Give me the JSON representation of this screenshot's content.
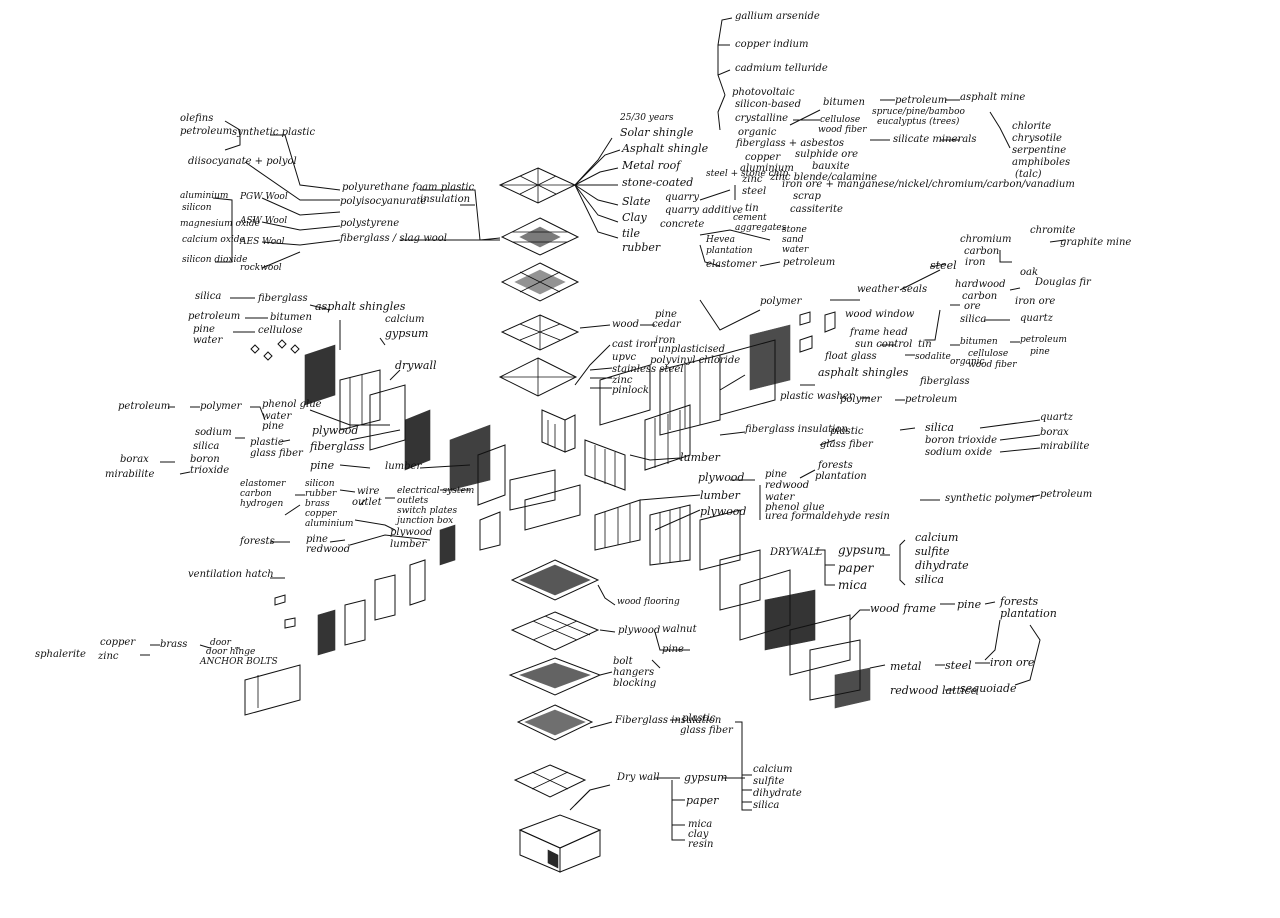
{
  "labels": {
    "olefins": "olefins",
    "petroleum_tl": "petroleum",
    "diisocyanate": "diisocyanate + polyol",
    "synthetic_plastic": "synthetic plastic",
    "aluminium_tl": "aluminium",
    "silicon_tl": "silicon",
    "magnesium_oxide": "magnesium oxide",
    "calcium_oxide": "calcium oxide",
    "silicon_dioxide": "silicon dioxide",
    "pgw_wool": "PGW Wool",
    "asw_wool": "ASW Wool",
    "aes_wool": "AES Wool",
    "rockwool": "rockwool",
    "polyurethane": "polyurethane foam plastic",
    "polyisocyanurate": "polyisocyanurate",
    "insulation_top": "insulation",
    "polystyrene": "polystyrene",
    "fiberglass_slag": "fiberglass / slag wool",
    "gallium_arsenide": "gallium arsenide",
    "copper_indium": "copper indium",
    "cadmium_telluride": "cadmium telluride",
    "photovoltaic": "photovoltaic",
    "silicon_based": "silicon-based",
    "crystalline": "crystalline",
    "years": "25/30 years",
    "solar_shingle": "Solar shingle",
    "asphalt_shingle_top": "Asphalt shingle",
    "organic_top": "organic",
    "fiberglass_asbestos": "fiberglass + asbestos",
    "metal_roof": "Metal roof",
    "stone_coated": "stone-coated",
    "slate": "Slate",
    "clay": "Clay",
    "tile": "tile",
    "rubber": "rubber",
    "bitumen_top": "bitumen",
    "petroleum_top": "petroleum",
    "asphalt_mine": "asphalt mine",
    "cellulose_top": "cellulose",
    "wood_fiber_top": "wood fiber",
    "spruce_pine_bamboo": "spruce/pine/bamboo",
    "eucalyptus": "eucalyptus (trees)",
    "chlorite": "chlorite",
    "chrysotile": "chrysotile",
    "serpentine": "serpentine",
    "amphiboles": "amphiboles",
    "talc": "(talc)",
    "silicate_minerals": "silicate minerals",
    "copper_top": "copper",
    "sulphide_ore": "sulphide ore",
    "aluminium_top": "aluminium",
    "bauxite": "bauxite",
    "zinc_top": "zinc",
    "zinc_blende": "zinc blende/calamine",
    "steel_top": "steel",
    "stone_chip": "steel + stone chip",
    "iron_ore_top": "iron ore + manganese/nickel/chromium/carbon/vanadium",
    "scrap": "scrap",
    "quarry": "quarry",
    "quarry_additive": "quarry additive",
    "tin": "tin",
    "cassiterite": "cassiterite",
    "concrete": "concrete",
    "cement": "cement",
    "aggregates": "aggregates",
    "stone": "stone",
    "sand": "sand",
    "water_top": "water",
    "hevea": "Hevea",
    "plantation_top": "plantation",
    "elastomer_top": "elastomer",
    "petroleum_rubber": "petroleum",
    "chromium_r": "chromium",
    "carbon_r": "carbon",
    "chromite": "chromite",
    "graphite_mine": "graphite mine",
    "steel_r": "steel",
    "iron_r": "iron",
    "polymer_r": "polymer",
    "weather_seal": "weather seals",
    "wood_window": "wood window",
    "hardwood": "hardwood",
    "oak": "oak",
    "douglas_fir": "Douglas fir",
    "carbon_r2": "carbon",
    "ore_r": "ore",
    "iron_ore_r": "iron ore",
    "frame_head": "frame head",
    "sun_control": "sun control",
    "float_glass": "float glass",
    "tin_r": "tin",
    "silica_r": "silica",
    "quartz_r": "quartz",
    "sodalite": "sodalite",
    "bitumen_r": "bitumen",
    "petroleum_r": "petroleum",
    "cellulose_r": "cellulose",
    "pine_r": "pine",
    "organic_r": "organic",
    "wood_fiber_r": "wood fiber",
    "asphalt_shingles_r": "asphalt shingles",
    "fiberglass_r": "fiberglass",
    "plastic_washer": "plastic washer",
    "polymer_r2": "polymer",
    "petroleum_r2": "petroleum",
    "wood_pine": "wood",
    "pine_mid": "pine",
    "cedar": "cedar",
    "cast_iron": "cast iron",
    "iron_mid": "iron",
    "upvc": "upvc",
    "unplasticised": "unplasticised",
    "polyvinyl": "polyvinyl chloride",
    "stainless_steel": "stainless steel",
    "zinc_mid": "zinc",
    "pinlock": "pinlock",
    "fiberglass_ins": "fiberglass insulation",
    "plastic_r": "plastic",
    "glass_fiber_r": "glass fiber",
    "silica_r2": "silica",
    "quartz_r2": "quartz",
    "boron_trioxide": "boron trioxide",
    "borax_r": "borax",
    "sodium_oxide": "sodium oxide",
    "mirabilite_r": "mirabilite",
    "lumber_mid": "lumber",
    "plywood_mid": "plywood",
    "lumber_mid2": "lumber",
    "plywood_mid2": "plywood",
    "pine_mid2": "pine",
    "redwood_mid": "redwood",
    "water_mid": "water",
    "phenolglue": "phenol glue",
    "urea_formaldehyde": "urea formaldehyde resin",
    "forests_mid": "forests",
    "plantation_mid": "plantation",
    "synthetic_polymer": "synthetic polymer",
    "petroleum_mid": "petroleum",
    "drywall_r": "DRYWALL",
    "gypsum_r": "gypsum",
    "paper_r": "paper",
    "mica_r": "mica",
    "calcium_r": "calcium",
    "sulfite_r": "sulfite",
    "dihydrate_r": "dihydrate",
    "silica_r3": "silica",
    "wood_frame": "wood frame",
    "pine_frame": "pine",
    "forests_frame": "forests",
    "plantation_frame": "plantation",
    "metal_r": "metal",
    "steel_frame": "steel",
    "iron_ore_frame": "iron ore",
    "redwood_lattice": "redwood lattice",
    "sequoia": "sequoiade",
    "silica_l": "silica",
    "fiberglass_l": "fiberglass",
    "asphalt_shingles_l": "asphalt shingles",
    "petroleum_l": "petroleum",
    "bitumen_l": "bitumen",
    "calcium_l": "calcium",
    "gypsum_l": "gypsum",
    "pine_l": "pine",
    "water_l": "water",
    "cellulose_l": "cellulose",
    "drywall_l": "drywall",
    "petroleum_l2": "petroleum",
    "polymer_l": "polymer",
    "phenolglue_l": "phenol glue",
    "water_l2": "water",
    "sodium_l": "sodium",
    "silica_l2": "silica",
    "pine_l2": "pine",
    "plywood_l": "plywood",
    "plastic_l": "plastic",
    "glass_fiber_l": "glass fiber",
    "fiberglass_l2": "fiberglass",
    "borax_l": "borax",
    "boron_l": "boron",
    "trioxide_l": "trioxide",
    "mirabilite_l": "mirabilite",
    "pine_l3": "pine",
    "lumber_l": "lumber",
    "elastomer_l": "elastomer",
    "carbon_l": "carbon",
    "hydrogen_l": "hydrogen",
    "silicon_l": "silicon",
    "rubber_l": "rubber",
    "brass_l": "brass",
    "copper_l": "copper",
    "aluminium_l": "aluminium",
    "wire_l": "wire",
    "outlet_l": "outlet",
    "electrical": "electrical system",
    "outlets_l": "outlets",
    "switch_plates": "switch plates",
    "junction_box": "junction box",
    "forests_l": "forests",
    "pine_l4": "pine",
    "redwood_l": "redwood",
    "plywood_l2": "plywood",
    "lumber_l2": "lumber",
    "ventilation": "ventilation hatch",
    "sphalerite": "sphalerite",
    "copper_l2": "copper",
    "brass_l2": "brass",
    "zinc_l": "zinc",
    "door": "door",
    "door_hinge": "door hinge",
    "anchor_bolts": "ANCHOR BOLTS",
    "wood_flooring": "wood flooring",
    "plywood_b": "plywood",
    "walnut": "walnut",
    "pine_b": "pine",
    "bolt": "bolt",
    "hangers": "hangers",
    "blocking": "blocking",
    "fiberglass_b": "Fiberglass insulation",
    "plastic_b": "plastic",
    "glass_fiber_b": "glass fiber",
    "calcium_b": "calcium",
    "sulfite_b": "sulfite",
    "dihydrate_b": "dihydrate",
    "silica_b": "silica",
    "dry_wall_b": "Dry wall",
    "gypsum_b": "gypsum",
    "paper_b": "paper",
    "mica_b": "mica",
    "clay_b": "clay",
    "resin_b": "resin"
  }
}
